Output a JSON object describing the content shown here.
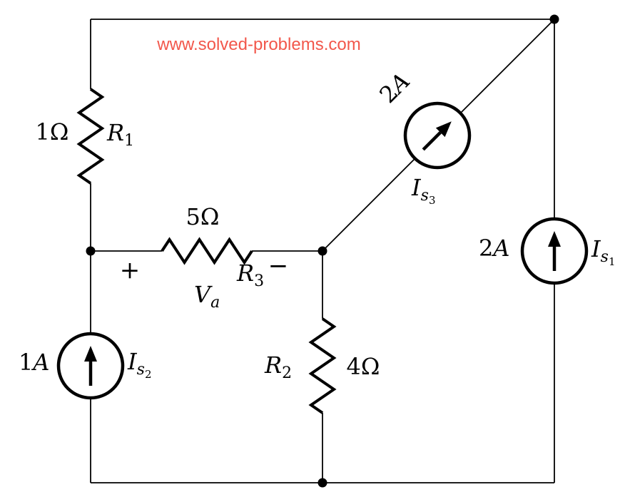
{
  "watermark": {
    "text": "www.solved-problems.com",
    "color": "#f2574b"
  },
  "ink_color": "#000000",
  "labels": {
    "r1": {
      "base": "R",
      "sub": "1",
      "value": "1Ω"
    },
    "r2": {
      "base": "R",
      "sub": "2",
      "value": "4Ω"
    },
    "r3": {
      "base": "R",
      "sub": "3",
      "value": "5Ω"
    },
    "is1": {
      "base": "I",
      "sub": "s",
      "subsub": "1",
      "amount": "2",
      "unit": "A"
    },
    "is2": {
      "base": "I",
      "sub": "s",
      "subsub": "2",
      "amount": "1",
      "unit": "A"
    },
    "is3": {
      "base": "I",
      "sub": "s",
      "subsub": "3",
      "amount": "2",
      "unit": "A"
    },
    "va": {
      "plus": "+",
      "minus": "−",
      "base": "V",
      "sub": "a"
    }
  }
}
